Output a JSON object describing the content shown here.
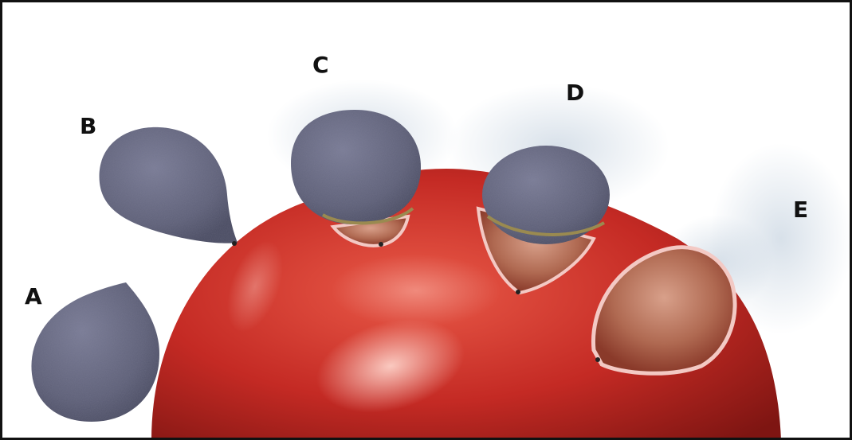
{
  "labels": {
    "a": "A",
    "b": "B",
    "c": "C",
    "d": "D",
    "e": "E"
  },
  "colors": {
    "frame_border": "#111111",
    "cell_red": "#c42a24",
    "cell_inner": "#a85a44",
    "membrane_edge": "#f3c9c4",
    "virus_body": "#5e6078",
    "virus_fuzz": "#b8c8d8",
    "collar": "#9a8a50"
  },
  "icons": [
    "virus-particle",
    "cell-surface"
  ]
}
